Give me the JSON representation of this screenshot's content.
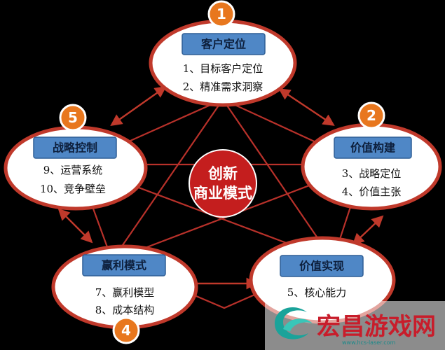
{
  "center": {
    "line1": "创新",
    "line2": "商业模式"
  },
  "nodes": {
    "n1": {
      "badge": "1",
      "title": "客户定位",
      "items": [
        "1、目标客户定位",
        "2、精准需求洞察"
      ]
    },
    "n2": {
      "badge": "2",
      "title": "价值构建",
      "items": [
        "3、战略定位",
        "4、价值主张"
      ]
    },
    "n3": {
      "title": "价值实现",
      "items": [
        "5、核心能力"
      ]
    },
    "n4": {
      "badge": "4",
      "title": "赢利模式",
      "items": [
        "7、赢利模型",
        "8、成本结构"
      ]
    },
    "n5": {
      "badge": "5",
      "title": "战略控制",
      "items": [
        "9、运营系统",
        "10、竞争壁垒"
      ]
    }
  },
  "watermark": {
    "text": "宏昌游戏网",
    "url": "www.hcs-laser.com",
    "logo_icon": "swirl-logo-icon"
  },
  "colors": {
    "node_border": "#c0392b",
    "header": "#4f87c6",
    "badge": "#e8771e",
    "center": "#c41e1e",
    "watermark": "#c81d2b"
  }
}
